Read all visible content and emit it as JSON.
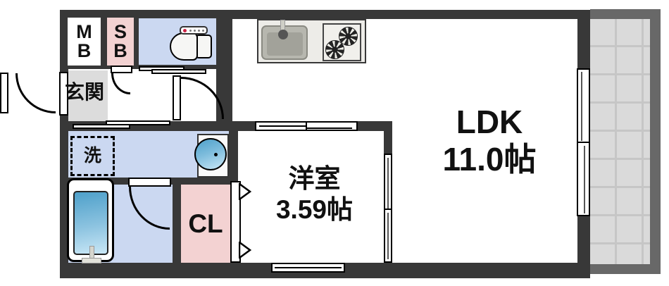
{
  "plan": {
    "labels": {
      "mb_line1": "M",
      "mb_line2": "B",
      "sb_line1": "S",
      "sb_line2": "B",
      "entrance": "玄関",
      "washer": "洗",
      "closet": "CL",
      "western_room_name": "洋室",
      "western_room_size": "3.59帖",
      "ldk_name": "LDK",
      "ldk_size": "11.0帖"
    },
    "colors": {
      "wall": "#383838",
      "room_blue": "#cbd8f1",
      "room_pink": "#f3d2d2",
      "entrance_gray": "#dcdcdc",
      "balcony_border": "#686868",
      "balcony_floor": "#dadada",
      "balcony_grid_line": "#c6c6c6",
      "water_blue_dark": "#4ea0ca",
      "water_blue_light": "#c9e7f6",
      "control_red": "#cc2244"
    }
  }
}
